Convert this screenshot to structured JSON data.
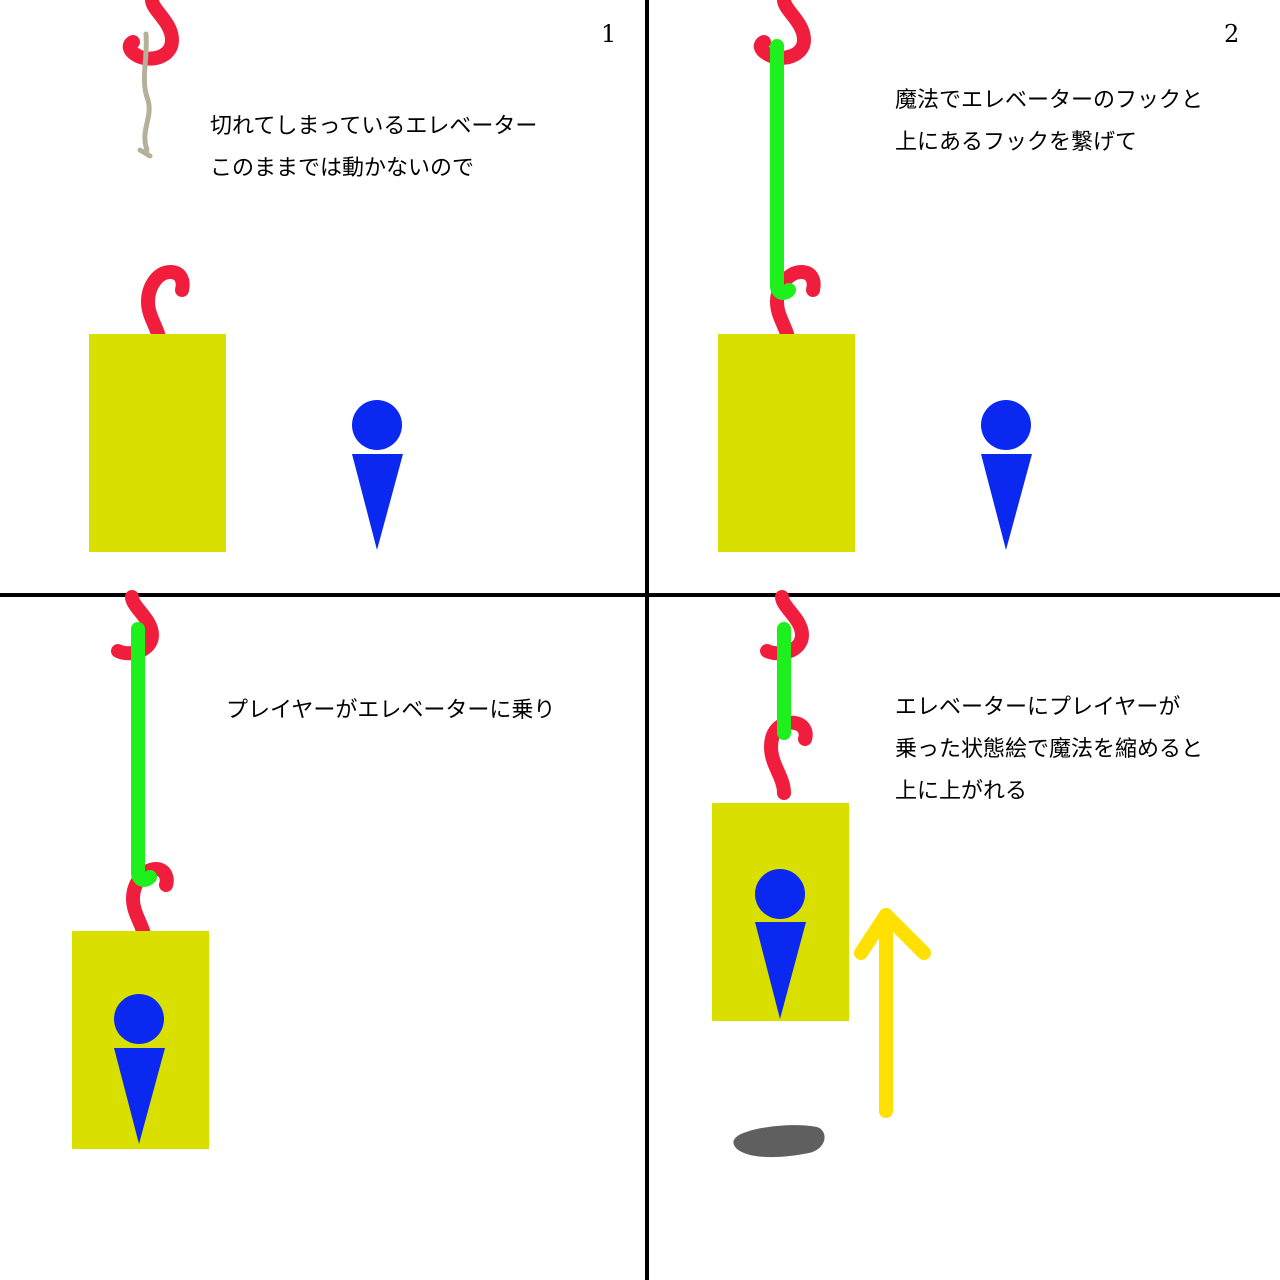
{
  "panels": [
    {
      "number": "1",
      "caption_lines": [
        "切れてしまっているエレベーター",
        "このままでは動かないので"
      ]
    },
    {
      "number": "2",
      "caption_lines": [
        "魔法でエレベーターのフックと",
        "上にあるフックを繋げて"
      ]
    },
    {
      "number": "",
      "caption_lines": [
        "プレイヤーがエレベーターに乗り"
      ]
    },
    {
      "number": "",
      "caption_lines": [
        "エレベーターにプレイヤーが",
        "乗った状態絵で魔法を縮めると",
        "上に上がれる"
      ]
    }
  ],
  "colors": {
    "hook": "#f01e3c",
    "elevator": "#d9e000",
    "player": "#0a28f0",
    "magic_link": "#1ef01e",
    "arrow": "#ffe000",
    "shadow": "#5f5f5f",
    "rope": "#b5b09a"
  },
  "icons": [
    "hook-icon",
    "player-icon",
    "up-arrow-icon",
    "rope-icon"
  ]
}
